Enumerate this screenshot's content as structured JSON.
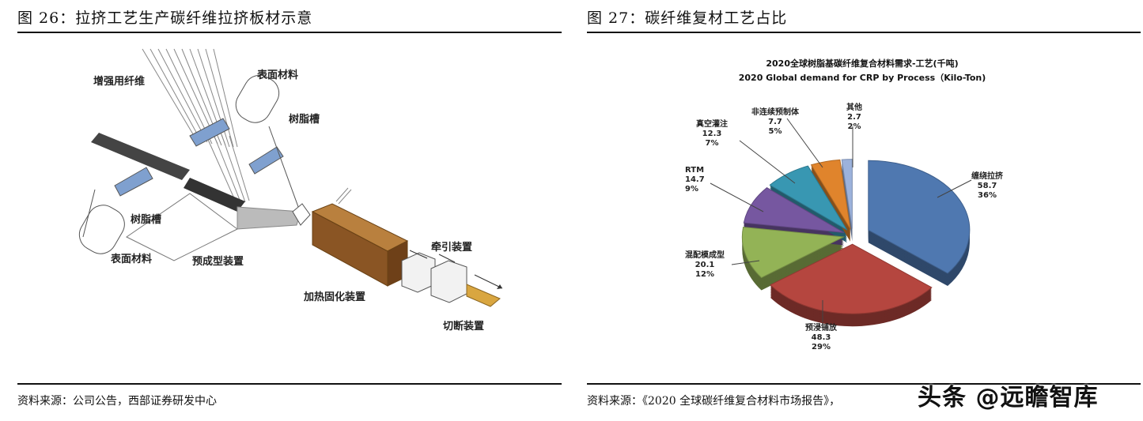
{
  "figure_left": {
    "title": "图 26：拉挤工艺生产碳纤维拉挤板材示意",
    "labels": {
      "reinforcing_fiber": "增强用纤维",
      "surface_material_top": "表面材料",
      "resin_tank_top": "树脂槽",
      "resin_tank_left": "树脂槽",
      "surface_material_bottom": "表面材料",
      "preforming_device": "预成型装置",
      "heating_curing_device": "加热固化装置",
      "pulling_device": "牵引装置",
      "cutting_device": "切断装置"
    },
    "source": "资料来源：公司公告，西部证券研发中心"
  },
  "figure_right": {
    "title": "图 27：碳纤维复材工艺占比",
    "source": "资料来源：《2020 全球碳纤维复合材料市场报告》，",
    "watermark": "头条 @远瞻智库"
  },
  "chart_data": {
    "type": "pie",
    "title": "2020全球树脂基碳纤维复合材料需求-工艺(千吨)",
    "subtitle": "2020 Global demand for CRP by Process（Kilo-Ton)",
    "style": "3d-exploded",
    "slices": [
      {
        "label": "缠绕拉挤",
        "value": 58.7,
        "percent": "36%",
        "color": "#4f78b0"
      },
      {
        "label": "预浸铺放",
        "value": 48.3,
        "percent": "29%",
        "color": "#b5463f"
      },
      {
        "label": "混配模成型",
        "value": 20.1,
        "percent": "12%",
        "color": "#93b356"
      },
      {
        "label": "RTM",
        "value": 14.7,
        "percent": "9%",
        "color": "#7657a0"
      },
      {
        "label": "真空灌注",
        "value": 12.3,
        "percent": "7%",
        "color": "#3897b2"
      },
      {
        "label": "非连续预制体",
        "value": 7.7,
        "percent": "5%",
        "color": "#e0842c"
      },
      {
        "label": "其他",
        "value": 2.7,
        "percent": "2%",
        "color": "#9cb2dc"
      }
    ]
  }
}
